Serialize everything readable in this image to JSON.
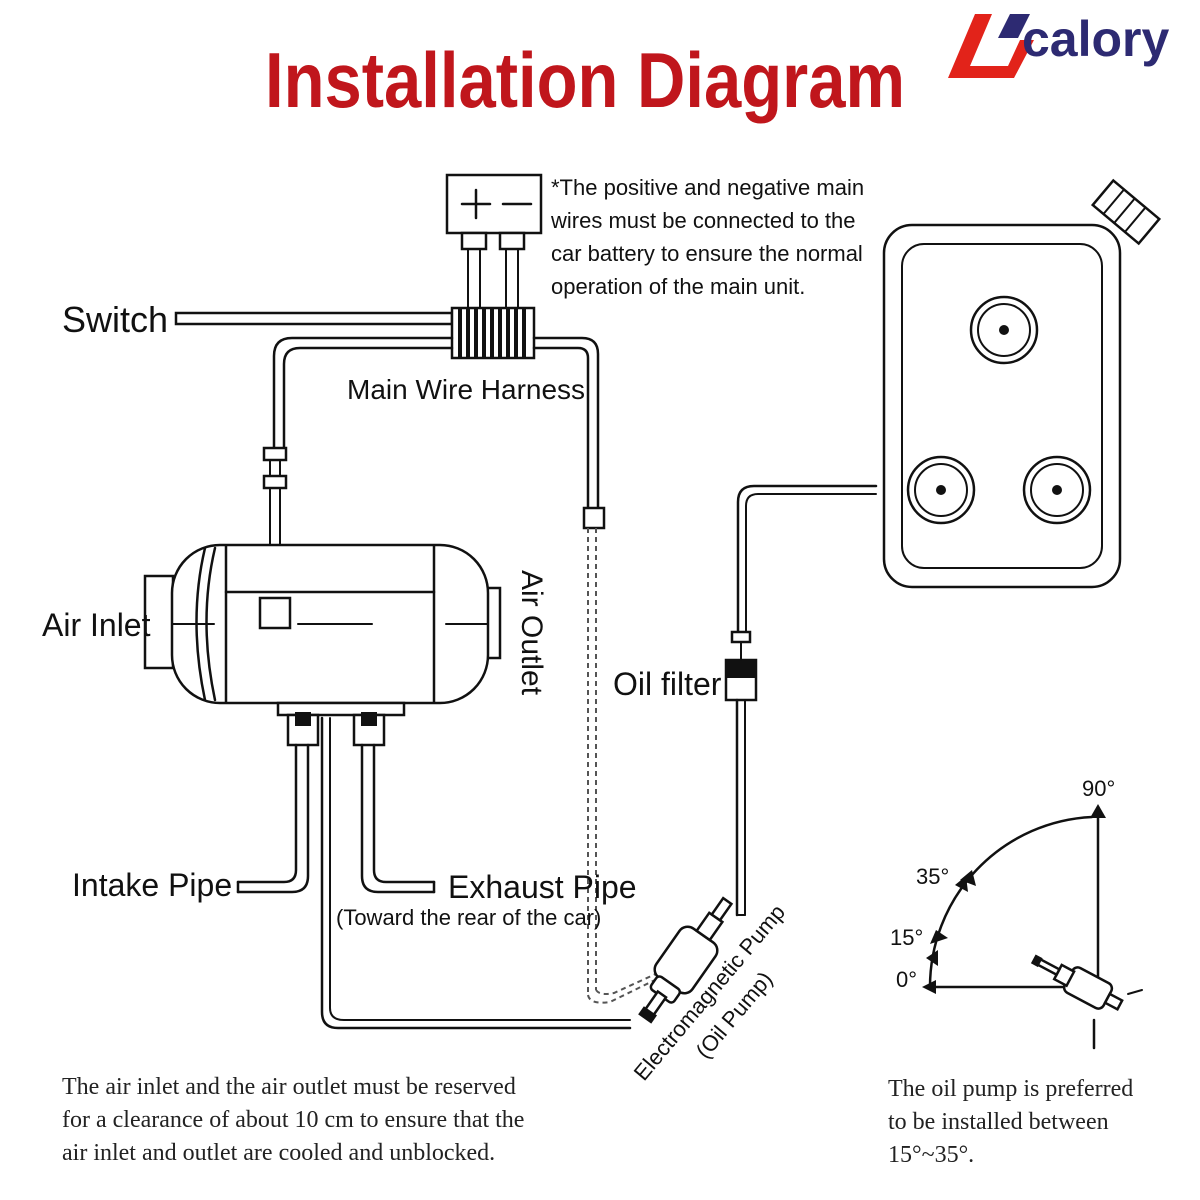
{
  "header": {
    "title": "Installation Diagram",
    "brand": "calory",
    "colors": {
      "title": "#c0161c",
      "brand_red": "#e2231a",
      "brand_text": "#2d2a72"
    }
  },
  "note": {
    "lines": [
      "*The positive and negative main",
      "wires must be connected to the",
      "car battery to ensure the normal",
      "operation of the main unit."
    ]
  },
  "battery": {
    "symbol": "+ —"
  },
  "labels": {
    "switch": "Switch",
    "harness": "Main Wire Harness",
    "air_inlet": "Air Inlet",
    "air_outlet": "Air Outlet",
    "oil_filter": "Oil filter",
    "intake_pipe": "Intake Pipe",
    "exhaust_pipe": "Exhaust Pipe",
    "exhaust_note": "(Toward the rear of the car)",
    "pump_line1": "Electromagnetic Pump",
    "pump_line2": "(Oil Pump)"
  },
  "angle_diagram": {
    "angles": [
      "0°",
      "15°",
      "35°",
      "90°"
    ]
  },
  "footer": {
    "left": [
      "The air inlet and the air outlet must be reserved",
      "for a clearance of about 10 cm to ensure that the",
      "air inlet and outlet are cooled and unblocked."
    ],
    "right": [
      "The oil pump is preferred",
      "to be installed between",
      "15°~35°."
    ]
  }
}
